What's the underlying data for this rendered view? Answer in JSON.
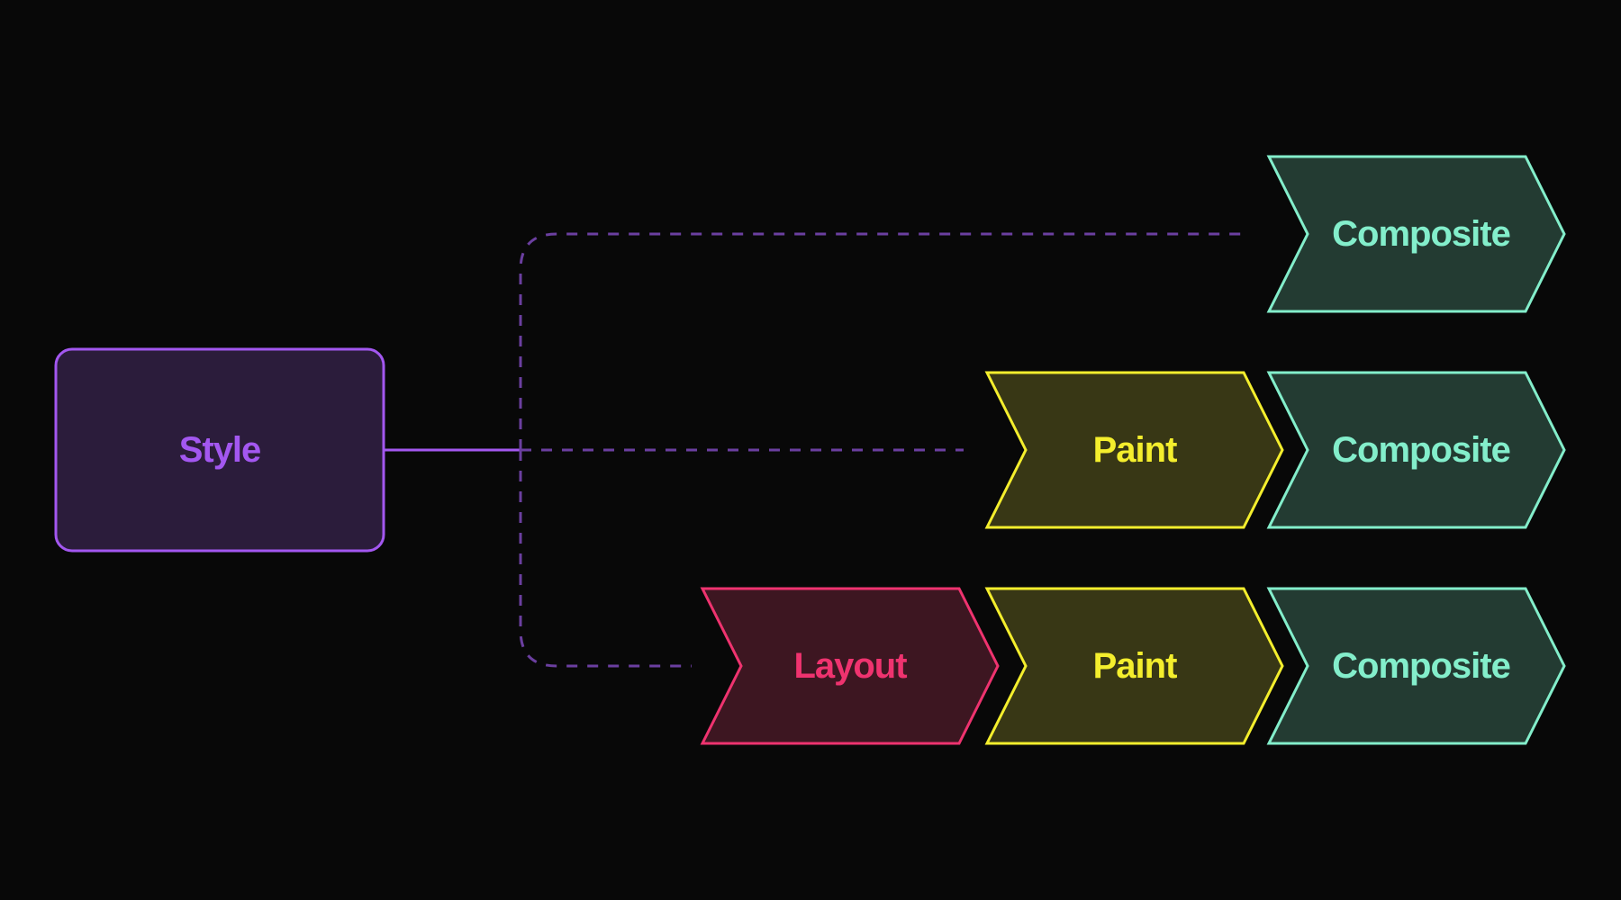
{
  "canvas": {
    "background": "#080808"
  },
  "colors": {
    "style": {
      "fill": "#2b1c3b",
      "stroke": "#a357f0",
      "text": "#a357f0"
    },
    "layout": {
      "fill": "#3d1621",
      "stroke": "#ef336f",
      "text": "#ef336f"
    },
    "paint": {
      "fill": "#383715",
      "stroke": "#f4ee2d",
      "text": "#f4ee2d"
    },
    "composite": {
      "fill": "#233b32",
      "stroke": "#83eecb",
      "text": "#83eecb"
    },
    "connector": "#a357f0",
    "dashed": "#6b3fa0"
  },
  "nodes": {
    "style": "Style",
    "row1": {
      "composite": "Composite"
    },
    "row2": {
      "paint": "Paint",
      "composite": "Composite"
    },
    "row3": {
      "layout": "Layout",
      "paint": "Paint",
      "composite": "Composite"
    }
  }
}
